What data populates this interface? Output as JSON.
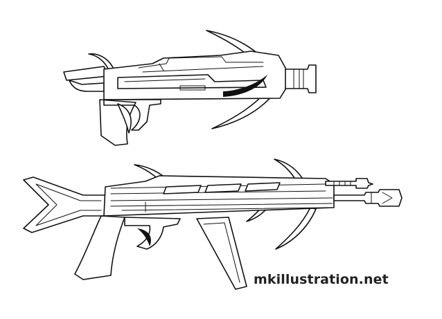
{
  "watermark": {
    "text": "mkillustration.net"
  },
  "drawing": {
    "ink_color": "#111111",
    "paper_color": "#ffffff",
    "subjects": [
      "pistol-blaster-drawing",
      "rifle-blaster-drawing"
    ]
  }
}
